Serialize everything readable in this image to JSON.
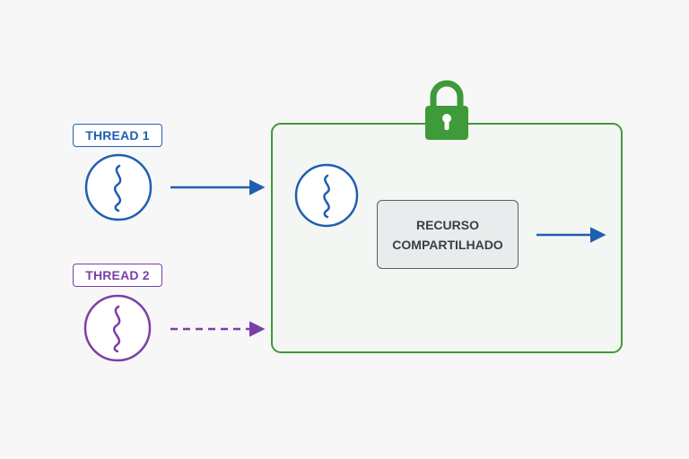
{
  "thread1": {
    "label": "THREAD 1",
    "color": "#1f5fb0",
    "icon": "thread-squiggle-icon"
  },
  "thread2": {
    "label": "THREAD 2",
    "color": "#7a3fa8",
    "icon": "thread-squiggle-icon"
  },
  "critical_section": {
    "border_color": "#3f9a3a",
    "fill_color": "#f3f6f2",
    "lock_icon": "padlock-icon",
    "lock_color": "#3f9a3a"
  },
  "resource": {
    "line1": "RECURSO",
    "line2": "COMPARTILHADO"
  }
}
